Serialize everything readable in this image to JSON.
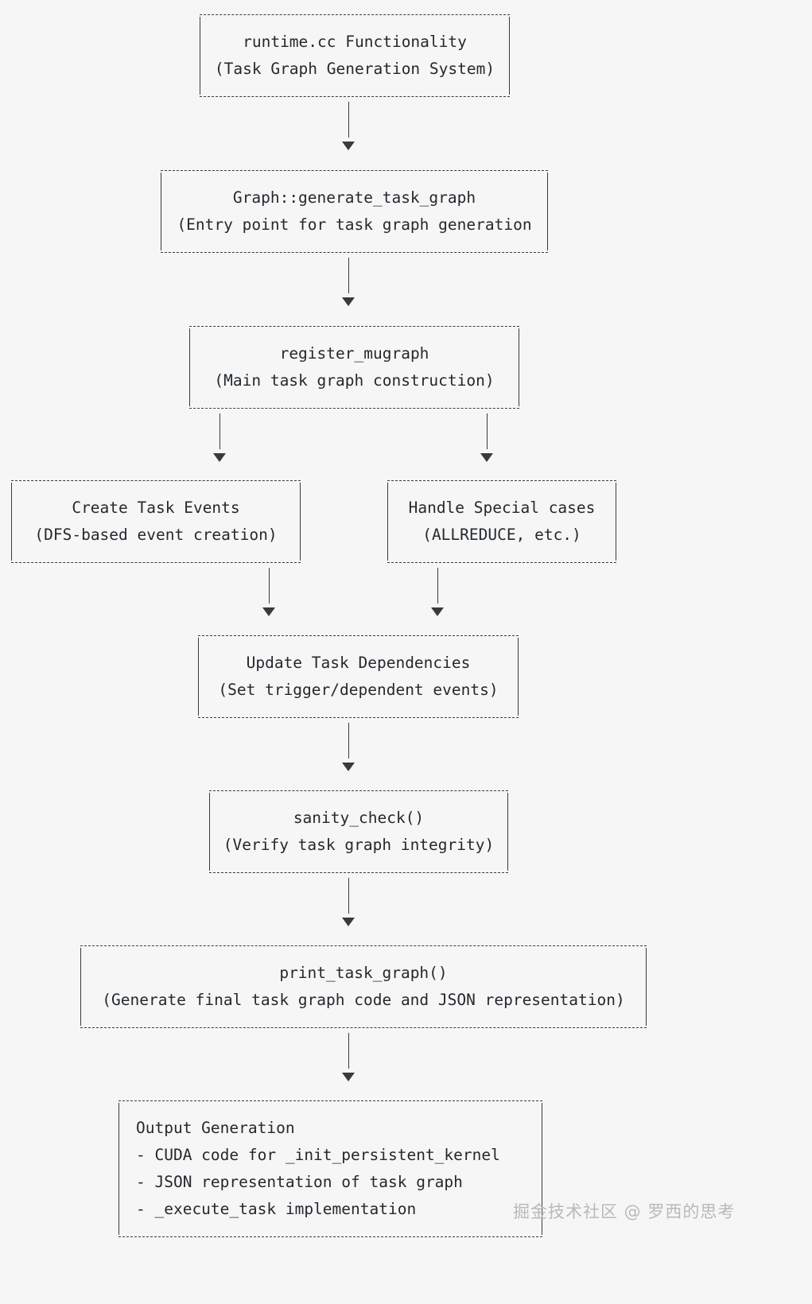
{
  "diagram": {
    "title": "runtime.cc Task Graph Generation System flow",
    "background_color": "#f6f6f6",
    "ink_color": "#3a3a3a",
    "nodes": [
      {
        "id": "runtime-cc",
        "lines": [
          "runtime.cc Functionality",
          "(Task Graph Generation System)"
        ]
      },
      {
        "id": "generate-task-graph",
        "lines": [
          "Graph::generate_task_graph",
          "(Entry point for task graph generation"
        ]
      },
      {
        "id": "register-mugraph",
        "lines": [
          "register_mugraph",
          "(Main task graph construction)"
        ]
      },
      {
        "id": "create-task-events",
        "lines": [
          "Create Task Events",
          "(DFS-based event creation)"
        ]
      },
      {
        "id": "handle-special-cases",
        "lines": [
          "Handle Special cases",
          "(ALLREDUCE, etc.)"
        ]
      },
      {
        "id": "update-task-dependencies",
        "lines": [
          "Update Task Dependencies",
          "(Set trigger/dependent events)"
        ]
      },
      {
        "id": "sanity-check",
        "lines": [
          "sanity_check()",
          "(Verify task graph integrity)"
        ]
      },
      {
        "id": "print-task-graph",
        "lines": [
          "print_task_graph()",
          "(Generate final task graph code and JSON representation)"
        ]
      },
      {
        "id": "output-generation",
        "lines": [
          "Output Generation",
          "- CUDA code for _init_persistent_kernel",
          "- JSON representation of task graph",
          "- _execute_task implementation"
        ]
      }
    ],
    "arrow_glyph": "▼"
  },
  "watermark": {
    "text": "掘金技术社区 @ 罗西的思考"
  }
}
